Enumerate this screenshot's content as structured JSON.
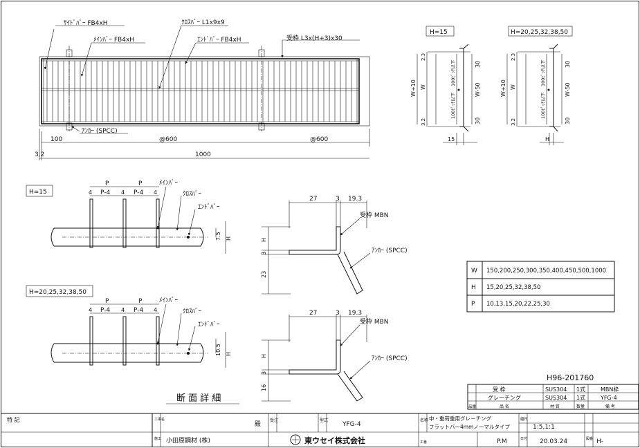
{
  "drawing_number": "H96-201760",
  "plan": {
    "labels": {
      "side_bar": "ｻｲﾄﾞﾊﾞｰ FB4xH",
      "main_bar": "ﾒｲﾝﾊﾞｰ FB4xH",
      "cross_bar": "ｸﾛｽﾊﾞｰ L1x9x9",
      "end_bar": "ｴﾝﾄﾞﾊﾞｰ FB4xH",
      "receiver_frame": "受枠 L3x(H+3)x30",
      "anchor": "ｱﾝｶｰ (SPCC)"
    },
    "dims": {
      "d100": "100",
      "pitch1": "@600",
      "pitch2": "@600",
      "total": "1000",
      "edge": "3.2"
    }
  },
  "section_small": {
    "h15": {
      "title": "H=15",
      "dims": [
        "2.3",
        "100ﾋﾟｯﾁ以下",
        "W-50",
        "100ﾋﾟｯﾁ以下",
        "3.2",
        "30",
        "30",
        "W+10",
        "W",
        "15"
      ]
    },
    "hmulti": {
      "title": "H=20,25,32,38,50",
      "dims": [
        "2.3",
        "100ﾋﾟｯﾁ以下",
        "W-50",
        "100ﾋﾟｯﾁ以下",
        "3.2",
        "30",
        "30",
        "W+10",
        "W",
        "H"
      ]
    }
  },
  "detail1": {
    "title": "H=15",
    "dims": {
      "p1": "P",
      "p2": "P",
      "pm1": "P-4",
      "pm2": "P-4",
      "f1": "4",
      "f2": "4",
      "f3": "4",
      "cross_h": "7.5",
      "h": "H"
    },
    "labels": {
      "main_bar": "ﾒｲﾝﾊﾞｰ",
      "cross_bar": "ｸﾛｽﾊﾞｰ",
      "end_bar": "ｴﾝﾄﾞﾊﾞｰ"
    }
  },
  "detail2": {
    "title": "H=20,25,32,38,50",
    "dims": {
      "p1": "P",
      "p2": "P",
      "pm1": "P-4",
      "pm2": "P-4",
      "f1": "4",
      "f2": "4",
      "f3": "4",
      "cross_h": "10.5",
      "h": "H"
    },
    "labels": {
      "main_bar": "ﾒｲﾝﾊﾞｰ",
      "cross_bar": "ｸﾛｽﾊﾞｰ",
      "end_bar": "ｴﾝﾄﾞﾊﾞｰ"
    }
  },
  "section_detail_title": "断 面 詳 細",
  "frame1": {
    "dims": {
      "w1": "27",
      "w2": "3",
      "w3": "19.3",
      "h": "H",
      "t": "3",
      "d": "23"
    },
    "labels": {
      "frame": "受枠 MBN",
      "anchor": "ｱﾝｶｰ (SPCC)"
    }
  },
  "frame2": {
    "dims": {
      "w1": "27",
      "w2": "3",
      "w3": "19.3",
      "h": "H",
      "t": "3",
      "d": "16"
    },
    "labels": {
      "frame": "受枠 MBN",
      "anchor": "ｱﾝｶｰ (SPCC)"
    }
  },
  "spec_table": {
    "rows": [
      {
        "key": "W",
        "value": "150,200,250,300,350,400,450,500,1000"
      },
      {
        "key": "H",
        "value": "15,20,25,32,38,50"
      },
      {
        "key": "P",
        "value": "10,13,15,20,22,25,30"
      }
    ]
  },
  "parts_list": {
    "rows": [
      {
        "name": "受 枠",
        "material": "SUS304",
        "qty": "1式",
        "note": "MBN枠"
      },
      {
        "name": "グレーチング",
        "material": "SUS304",
        "qty": "1式",
        "note": "YFG-4"
      }
    ],
    "header": {
      "no": "品番",
      "name": "品 名",
      "material": "材 質",
      "qty": "数量",
      "note": "備 考"
    }
  },
  "title_block": {
    "remarks": "特 記",
    "construction_label": "工事名",
    "construction_value": "殿",
    "receiver": "受注",
    "type_label": "型式",
    "type_value": "YFG-4",
    "name_label": "名称",
    "name_line1": "中・重荷重用グレーチング",
    "name_line2": "フラットバー4mmノーマルタイプ",
    "scale_label": "縮尺",
    "scale_value": "1:5,1:1",
    "contractor_label": "施工",
    "contractor_value": "小田原鋼材 (株)",
    "company": "東ウセイ株式会社",
    "drafter": "P.M",
    "date": "20.03.24",
    "drawing_no_prefix": "H-",
    "work_no": "工番",
    "drawing_no_label": "図番",
    "date_label": "日付"
  }
}
